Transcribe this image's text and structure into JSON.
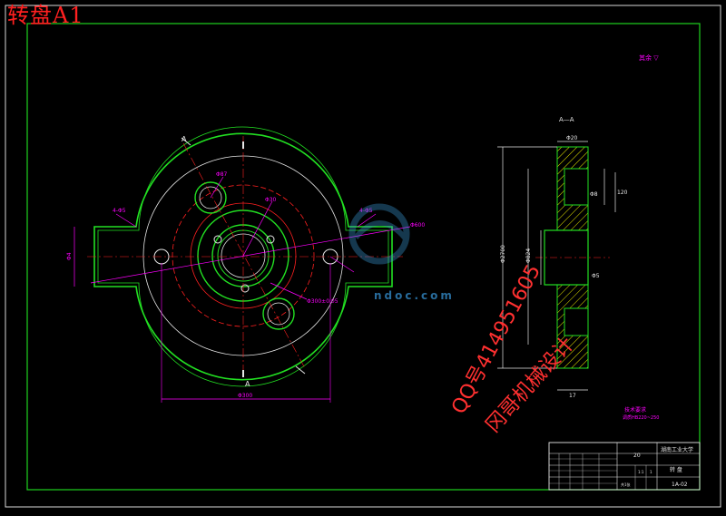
{
  "drawing_title": "转盘A1",
  "section_label": "A—A",
  "view_label_a": "A",
  "tech_note_top": "其余 ▽",
  "tech_requirements_title": "技术要求",
  "tech_requirements_line": "调质HB220~250",
  "watermark": {
    "site": "ndoc.com",
    "qq_line": "QQ号414951605",
    "designer_line": "冈哥机械设计"
  },
  "dims": {
    "left_boss": "4-Φ5",
    "right_boss": "4-Φ5",
    "overall_width": "Φ600",
    "left_height": "Φ4",
    "bolt_circle": "Φ300",
    "big_hole": "Φ87",
    "pcd": "Φ300±0.05",
    "inner": "Φ30",
    "side_total": "Φ2700",
    "side_mid": "Φ824",
    "side_a": "Φ20",
    "side_b": "Φ8",
    "side_c": "17",
    "side_d": "Φ5",
    "side_e": "120"
  },
  "title_block": {
    "material": "20",
    "school": "湖南工业大学",
    "part_name": "转 盘",
    "drawing_no": "1A-02",
    "scale": "1:1",
    "quantity": "1",
    "sheet": "共1张"
  },
  "colors": {
    "border": "#1fd11f",
    "outline": "#22e022",
    "hidden": "#ff2020",
    "dim": "#ff00ff",
    "white": "#e6e6e6",
    "section": "#e8e800"
  }
}
